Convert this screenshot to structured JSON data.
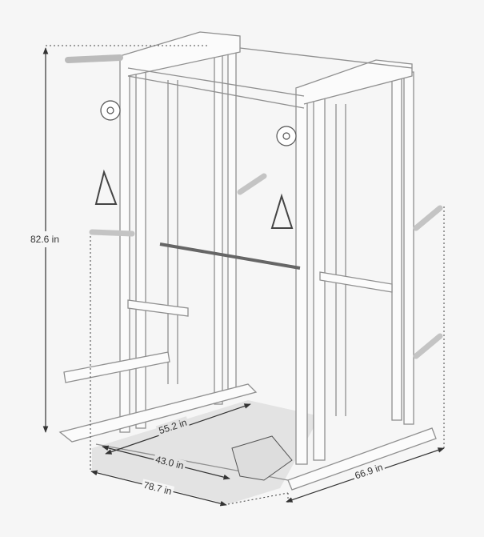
{
  "dimensions": {
    "height": "82.6 in",
    "inner_depth": "55.2 in",
    "inner_width": "43.0 in",
    "overall_width": "78.7 in",
    "overall_depth": "66.9 in"
  },
  "colors": {
    "line": "#555555",
    "frame": "#9a9a9a",
    "floor": "#e2e2e2",
    "background": "#f6f6f6"
  }
}
